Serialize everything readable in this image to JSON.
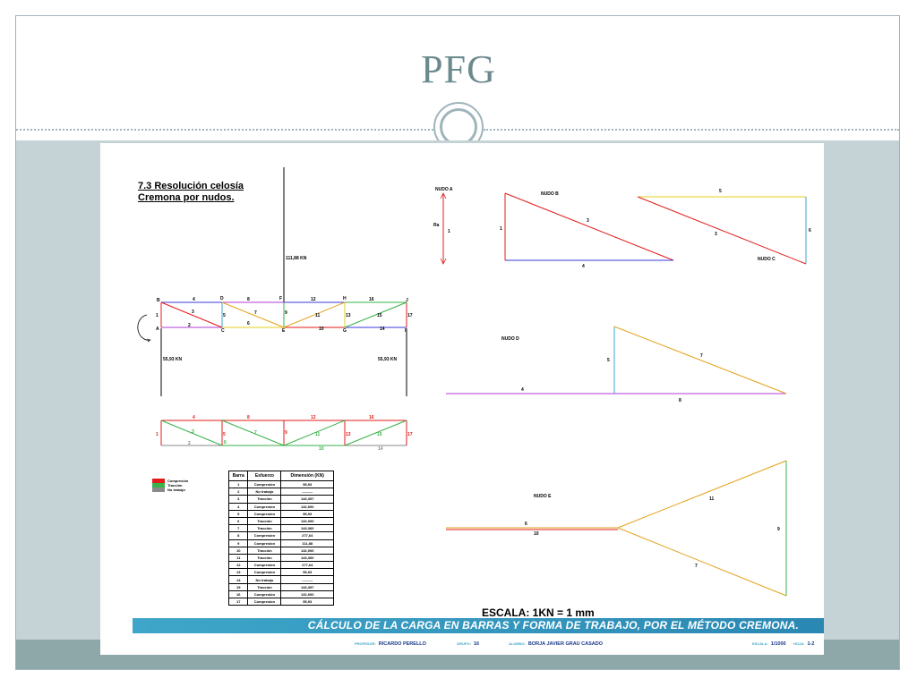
{
  "slide": {
    "title": "PFG"
  },
  "sheet": {
    "heading_line1": "7.3  Resolución celosía",
    "heading_line2": "Cremona por nudos.",
    "top_load": "111,88 KN",
    "reaction_left": "55,93 KN",
    "reaction_right": "55,93 KN",
    "nodes_top": [
      "B",
      "D",
      "F",
      "H",
      "J"
    ],
    "nodes_bottom": [
      "A",
      "C",
      "E",
      "G",
      "I"
    ],
    "node_letters": {
      "B": "B",
      "D": "D",
      "F": "F",
      "H": "H",
      "J": "J",
      "A": "A",
      "C": "C",
      "E": "E",
      "G": "G",
      "I": "I"
    },
    "bar_labels_truss": [
      "1",
      "2",
      "3",
      "4",
      "5",
      "6",
      "7",
      "8",
      "9",
      "10",
      "11",
      "12",
      "13",
      "14",
      "15",
      "16",
      "17"
    ],
    "bar_labels_work": [
      "1",
      "2",
      "3",
      "4",
      "5",
      "6",
      "7",
      "8",
      "9",
      "10",
      "11",
      "12",
      "13",
      "14",
      "15",
      "16",
      "17"
    ],
    "legend": [
      {
        "label": "Compresión",
        "color": "#e31b1b"
      },
      {
        "label": "Tracción",
        "color": "#38b24a"
      },
      {
        "label": "No trabajo",
        "color": "#8a8a8a"
      }
    ],
    "table": {
      "headers": [
        "Barra",
        "Esfuerzo",
        "Dimensión (KN)"
      ],
      "rows": [
        [
          "1",
          "Compresión",
          "55,93"
        ],
        [
          "2",
          "No trabajo",
          "---------"
        ],
        [
          "3",
          "Tracción",
          "143,357"
        ],
        [
          "4",
          "Compresión",
          "132,000"
        ],
        [
          "5",
          "Compresión",
          "55,93"
        ],
        [
          "6",
          "Tracción",
          "132,000"
        ],
        [
          "7",
          "Tracción",
          "143,360"
        ],
        [
          "8",
          "Compresión",
          "277,64"
        ],
        [
          "9",
          "Compresión",
          "111,88"
        ],
        [
          "10",
          "Tracción",
          "132,000"
        ],
        [
          "11",
          "Tracción",
          "143,360"
        ],
        [
          "12",
          "Compresión",
          "277,64"
        ],
        [
          "13",
          "Compresión",
          "55,93"
        ],
        [
          "14",
          "No trabajo",
          "---------"
        ],
        [
          "15",
          "Tracción",
          "143,357"
        ],
        [
          "16",
          "Compresión",
          "132,000"
        ],
        [
          "17",
          "Compresión",
          "55,93"
        ]
      ]
    },
    "nudos": {
      "a": "NUDO A",
      "b": "NUDO B",
      "c": "NUDO C",
      "d": "NUDO D",
      "e": "NUDO E",
      "ra": "Ra"
    },
    "scale": "ESCALA: 1KN = 1 mm",
    "footer_title": "CÁLCULO DE LA CARGA EN BARRAS Y FORMA DE TRABAJO, POR EL MÉTODO CREMONA.",
    "footer": {
      "profesor_k": "PROFESOR:",
      "profesor": "RICARDO PERELLO",
      "grupo_k": "GRUPO:",
      "grupo": "16",
      "alumno_k": "ALUMNO:",
      "alumno": "BORJA JAVIER GRAU CASADO",
      "escala_k": "ESCALA:",
      "escala": "1/1000",
      "hoja_k": "HOJA:",
      "hoja": "1-2"
    }
  }
}
